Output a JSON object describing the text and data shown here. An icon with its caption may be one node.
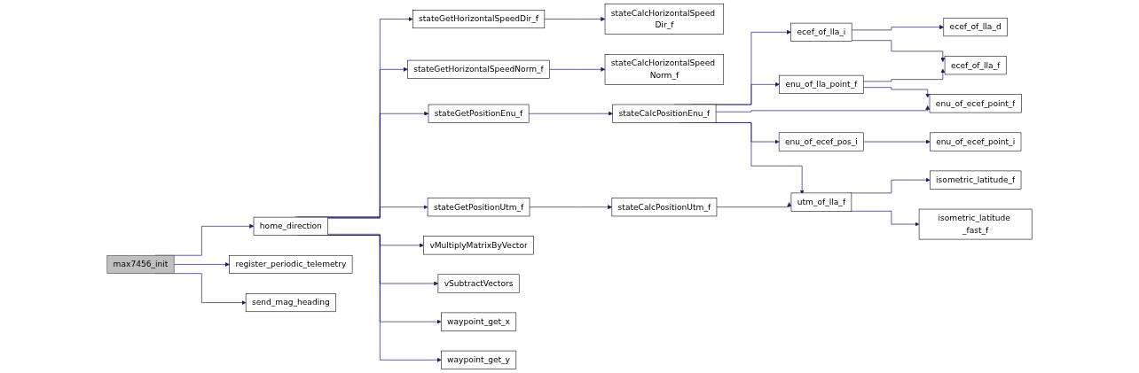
{
  "diagram": {
    "nodes": [
      {
        "text": [
          "max7456_init"
        ]
      },
      {
        "text": [
          "home_direction"
        ]
      },
      {
        "text": [
          "register_periodic_telemetry"
        ]
      },
      {
        "text": [
          "send_mag_heading"
        ]
      },
      {
        "text": [
          "stateGetHorizontalSpeedDir_f"
        ]
      },
      {
        "text": [
          "stateGetHorizontalSpeedNorm_f"
        ]
      },
      {
        "text": [
          "stateGetPositionEnu_f"
        ]
      },
      {
        "text": [
          "stateGetPositionUtm_f"
        ]
      },
      {
        "text": [
          "vMultiplyMatrixByVector"
        ]
      },
      {
        "text": [
          "vSubtractVectors"
        ]
      },
      {
        "text": [
          "waypoint_get_x"
        ]
      },
      {
        "text": [
          "waypoint_get_y"
        ]
      },
      {
        "text": [
          "stateCalcHorizontalSpeed Dir_f"
        ]
      },
      {
        "text": [
          "stateCalcHorizontalSpeed Norm_f"
        ]
      },
      {
        "text": [
          "stateCalcPositionEnu_f"
        ]
      },
      {
        "text": [
          "stateCalcPositionUtm_f"
        ]
      },
      {
        "text": [
          "ecef_of_lla_i"
        ]
      },
      {
        "text": [
          "enu_of_lla_point_f"
        ]
      },
      {
        "text": [
          "enu_of_ecef_pos_i"
        ]
      },
      {
        "text": [
          "utm_of_lla_f"
        ]
      },
      {
        "text": [
          "ecef_of_lla_d"
        ]
      },
      {
        "text": [
          "ecef_of_lla_f"
        ]
      },
      {
        "text": [
          "enu_of_ecef_point_f"
        ]
      },
      {
        "text": [
          "enu_of_ecef_point_i"
        ]
      },
      {
        "text": [
          "isometric_latitude_f"
        ]
      },
      {
        "text": [
          "isometric_latitude _fast_f"
        ]
      }
    ],
    "edges": [
      {
        "from": 0,
        "to": 1,
        "arrow": "to"
      },
      {
        "from": 0,
        "to": 2,
        "arrow": "to"
      },
      {
        "from": 0,
        "to": 3,
        "arrow": "to"
      },
      {
        "from": 1,
        "to": 4,
        "arrow": "to"
      },
      {
        "from": 1,
        "to": 5,
        "arrow": "to"
      },
      {
        "from": 1,
        "to": 6,
        "arrow": "to"
      },
      {
        "from": 1,
        "to": 7,
        "arrow": "to"
      },
      {
        "from": 1,
        "to": 8,
        "arrow": "to"
      },
      {
        "from": 1,
        "to": 9,
        "arrow": "to"
      },
      {
        "from": 1,
        "to": 10,
        "arrow": "to"
      },
      {
        "from": 1,
        "to": 11,
        "arrow": "to"
      },
      {
        "from": 4,
        "to": 12,
        "arrow": "to"
      },
      {
        "from": 5,
        "to": 13,
        "arrow": "to"
      },
      {
        "from": 6,
        "to": 14,
        "arrow": "to"
      },
      {
        "from": 7,
        "to": 15,
        "arrow": "to"
      },
      {
        "from": 14,
        "to": 16,
        "arrow": "to"
      },
      {
        "from": 14,
        "to": 17,
        "arrow": "to"
      },
      {
        "from": 14,
        "to": 22,
        "arrow": "to"
      },
      {
        "from": 14,
        "to": 18,
        "arrow": "to"
      },
      {
        "from": 14,
        "to": 19,
        "arrow": "to"
      },
      {
        "from": 15,
        "to": 19,
        "arrow": "to"
      },
      {
        "from": 16,
        "to": 20,
        "arrow": "to"
      },
      {
        "from": 16,
        "to": 21,
        "arrow": "to"
      },
      {
        "from": 17,
        "to": 21,
        "arrow": "to"
      },
      {
        "from": 17,
        "to": 22,
        "arrow": "to"
      },
      {
        "from": 18,
        "to": 23,
        "arrow": "to"
      },
      {
        "from": 19,
        "to": 24,
        "arrow": "to"
      },
      {
        "from": 19,
        "to": 25,
        "arrow": "to"
      }
    ]
  }
}
